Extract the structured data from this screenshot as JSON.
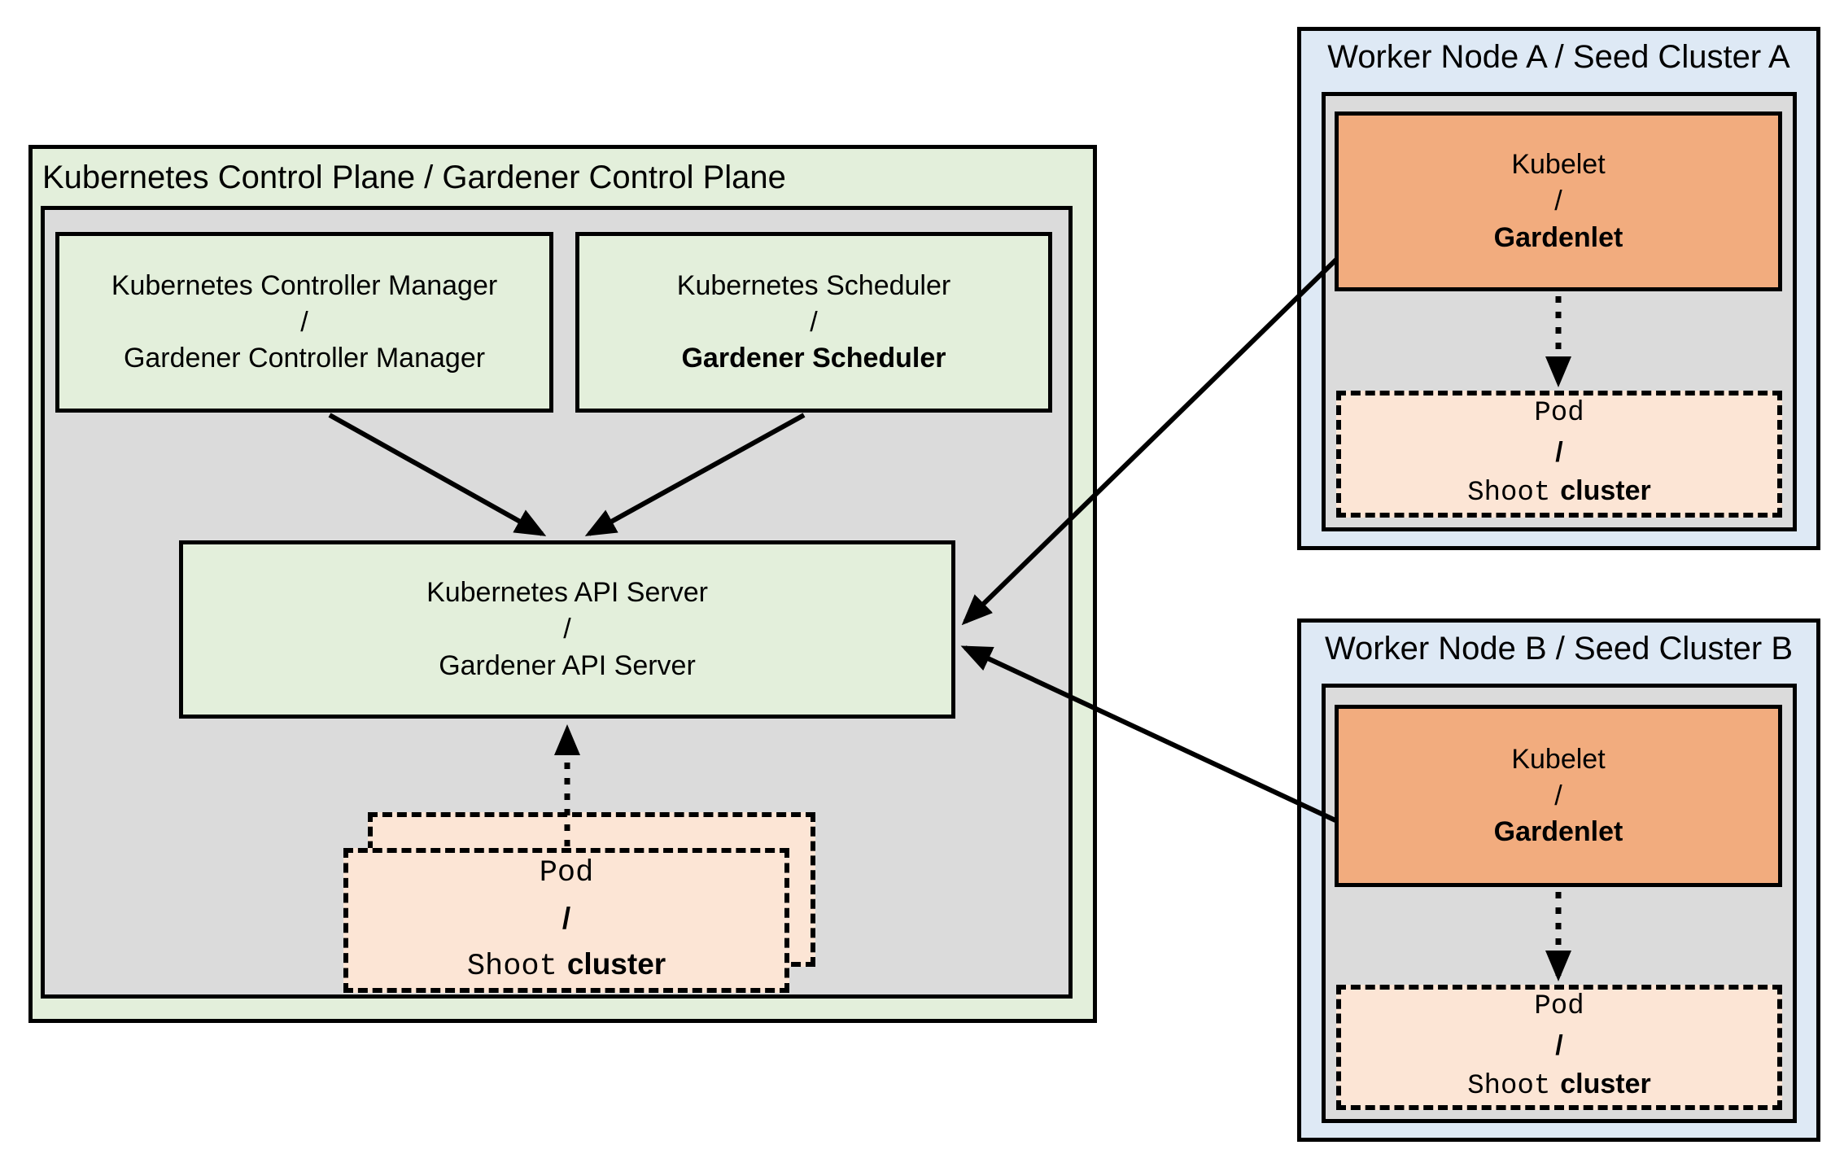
{
  "colors": {
    "green": "#E3EFDB",
    "gray": "#DBDBDB",
    "blue": "#DEE9F5",
    "orange": "#F2AC7E",
    "peach": "#FCE5D5",
    "line": "#000000"
  },
  "control_plane": {
    "title": "Kubernetes Control Plane / Gardener Control Plane",
    "controller_manager": {
      "line1": "Kubernetes Controller Manager",
      "line2": "/",
      "line3": "Gardener Controller Manager"
    },
    "scheduler": {
      "line1": "Kubernetes Scheduler",
      "line2": "/",
      "line3": "Gardener Scheduler"
    },
    "api_server": {
      "line1": "Kubernetes API Server",
      "line2": "/",
      "line3": "Gardener API Server"
    },
    "pod": {
      "line1": "Pod",
      "line2": "/",
      "line3_mono": "Shoot",
      "line3_sans": "cluster"
    }
  },
  "worker_a": {
    "title": "Worker Node A / Seed Cluster A",
    "kubelet": {
      "line1": "Kubelet",
      "line2": "/",
      "line3": "Gardenlet"
    },
    "pod": {
      "line1": "Pod",
      "line2": "/",
      "line3_mono": "Shoot",
      "line3_sans": "cluster"
    }
  },
  "worker_b": {
    "title": "Worker Node B / Seed Cluster B",
    "kubelet": {
      "line1": "Kubelet",
      "line2": "/",
      "line3": "Gardenlet"
    },
    "pod": {
      "line1": "Pod",
      "line2": "/",
      "line3_mono": "Shoot",
      "line3_sans": "cluster"
    }
  }
}
